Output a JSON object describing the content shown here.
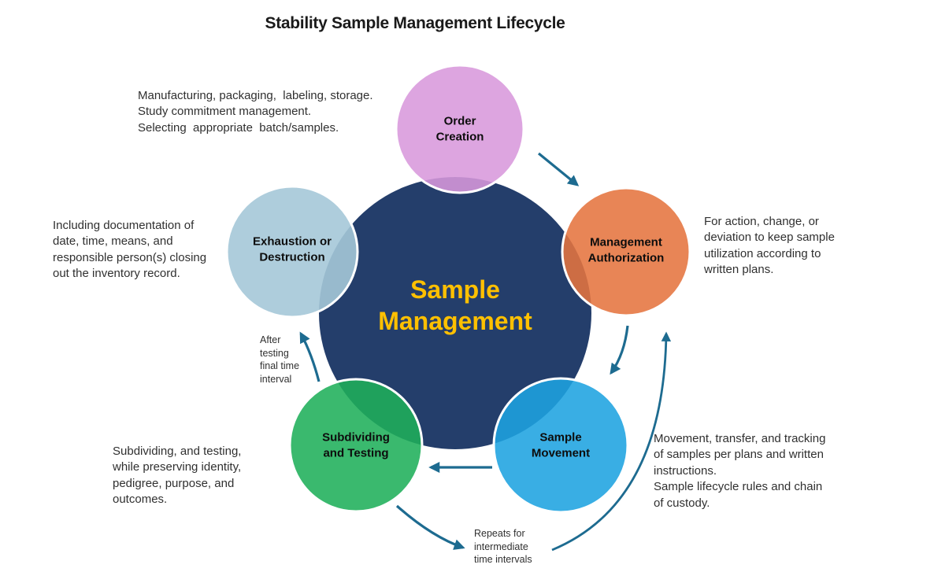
{
  "title": "Stability Sample Management Lifecycle",
  "colors": {
    "center_fill": "#243E6B",
    "center_text": "#FFC000",
    "arrow": "#1D6B90",
    "order_creation": "#D898DC",
    "management_authorization": "#E5743F",
    "sample_movement": "#1EA3E0",
    "subdividing_testing": "#1FAF5A",
    "exhaustion_destruction": "#A5C8D8"
  },
  "center": {
    "label": "Sample\nManagement"
  },
  "nodes": {
    "order_creation": {
      "label": "Order\nCreation"
    },
    "management_authorization": {
      "label": "Management\nAuthorization"
    },
    "sample_movement": {
      "label": "Sample\nMovement"
    },
    "subdividing_testing": {
      "label": "Subdividing\nand Testing"
    },
    "exhaustion_destruction": {
      "label": "Exhaustion or\nDestruction"
    }
  },
  "annotations": {
    "order_creation": "Manufacturing, packaging,  labeling, storage.\nStudy commitment management.\nSelecting  appropriate  batch/samples.",
    "exhaustion_destruction": "Including documentation of\ndate, time, means, and\nresponsible person(s) closing\nout the inventory record.",
    "management_authorization": "For action, change, or\ndeviation to keep sample\nutilization according to\nwritten plans.",
    "subdividing_testing": "Subdividing, and testing,\nwhile preserving identity,\npedigree, purpose, and\noutcomes.",
    "sample_movement": "Movement, transfer, and tracking\nof samples per plans and written\ninstructions.\nSample lifecycle rules and chain\nof custody."
  },
  "arrow_labels": {
    "after_testing": "After\ntesting\nfinal time\ninterval",
    "repeats": "Repeats for\nintermediate\ntime intervals"
  }
}
